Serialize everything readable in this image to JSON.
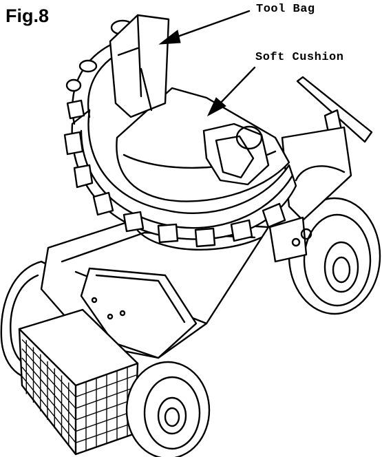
{
  "figure": {
    "title": "Fig.8",
    "callouts": [
      {
        "id": "tool-bag",
        "label": "Tool Bag"
      },
      {
        "id": "soft-cushion",
        "label": "Soft Cushion"
      }
    ]
  },
  "colors": {
    "ink": "#000000",
    "paper": "#ffffff"
  }
}
